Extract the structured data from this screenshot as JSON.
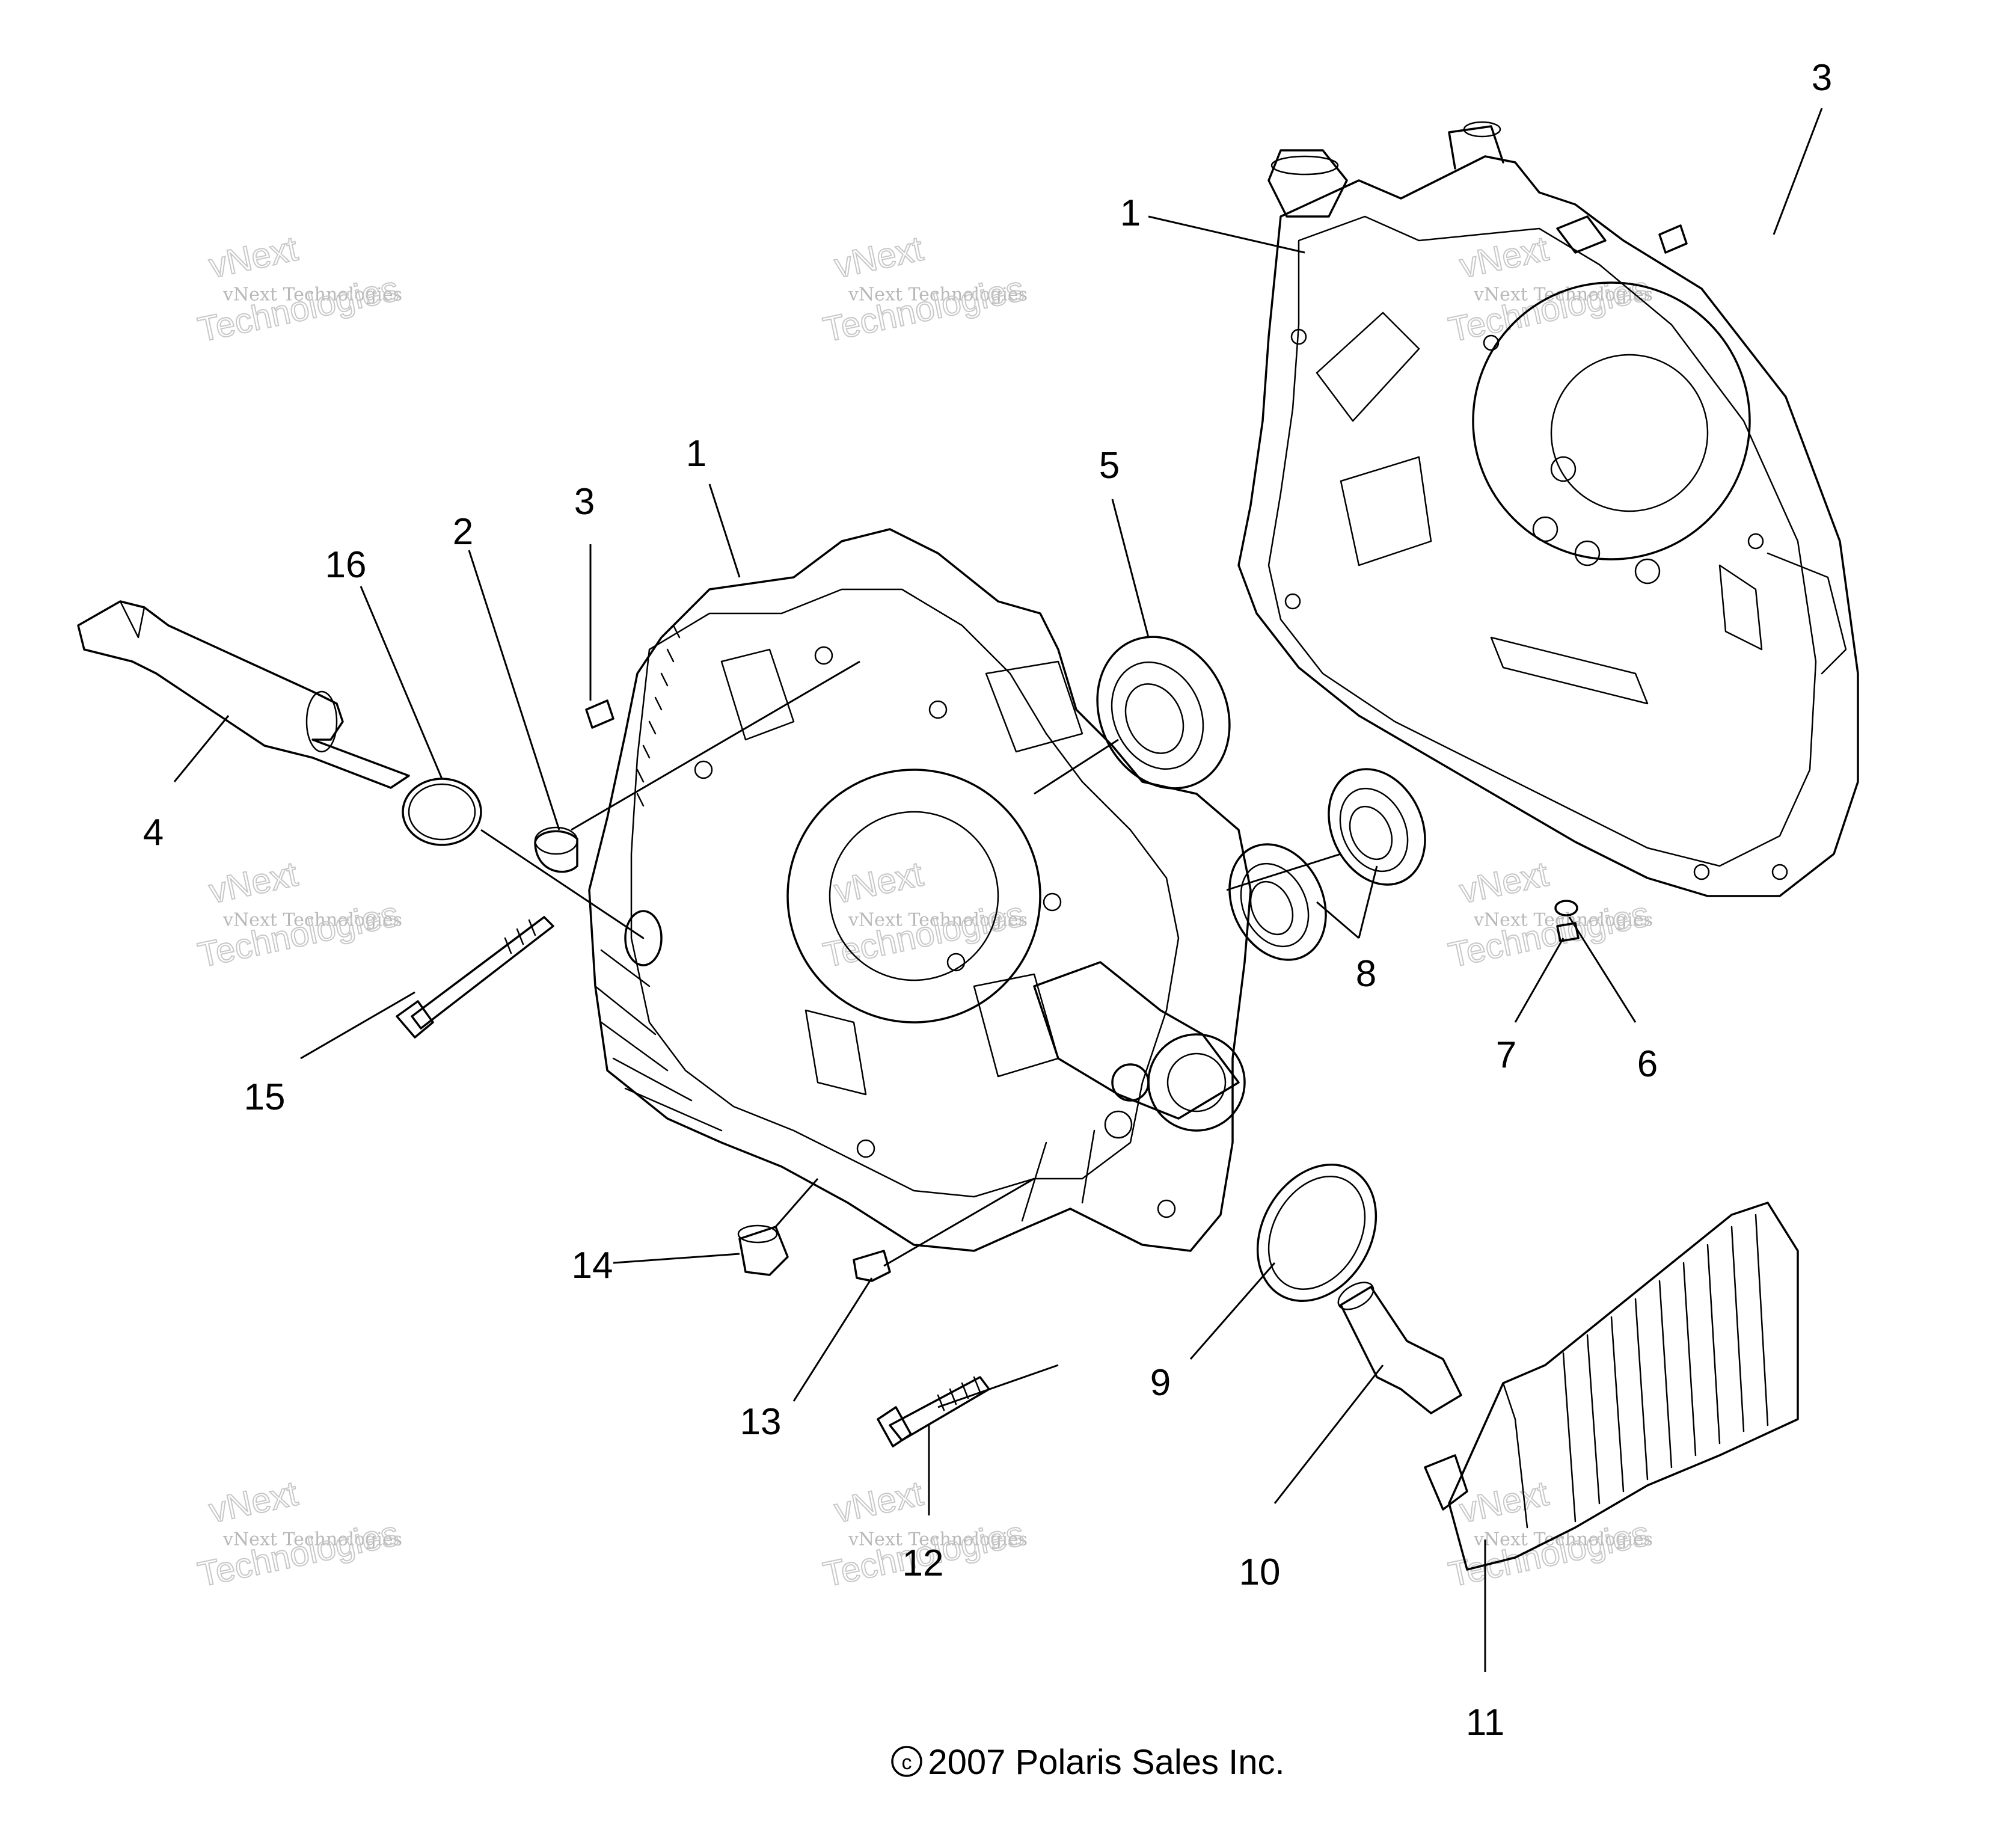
{
  "copyright": "2007 Polaris Sales Inc.",
  "watermark": {
    "line1": "vNext Technologies",
    "line2": "vNext",
    "line3": "Technologies"
  },
  "callouts": [
    "1",
    "1",
    "2",
    "3",
    "3",
    "4",
    "5",
    "6",
    "7",
    "8",
    "9",
    "10",
    "11",
    "12",
    "13",
    "14",
    "15",
    "16"
  ],
  "colors": {
    "line": "#000000",
    "watermark": "#bdbdbd",
    "background": "#ffffff"
  }
}
